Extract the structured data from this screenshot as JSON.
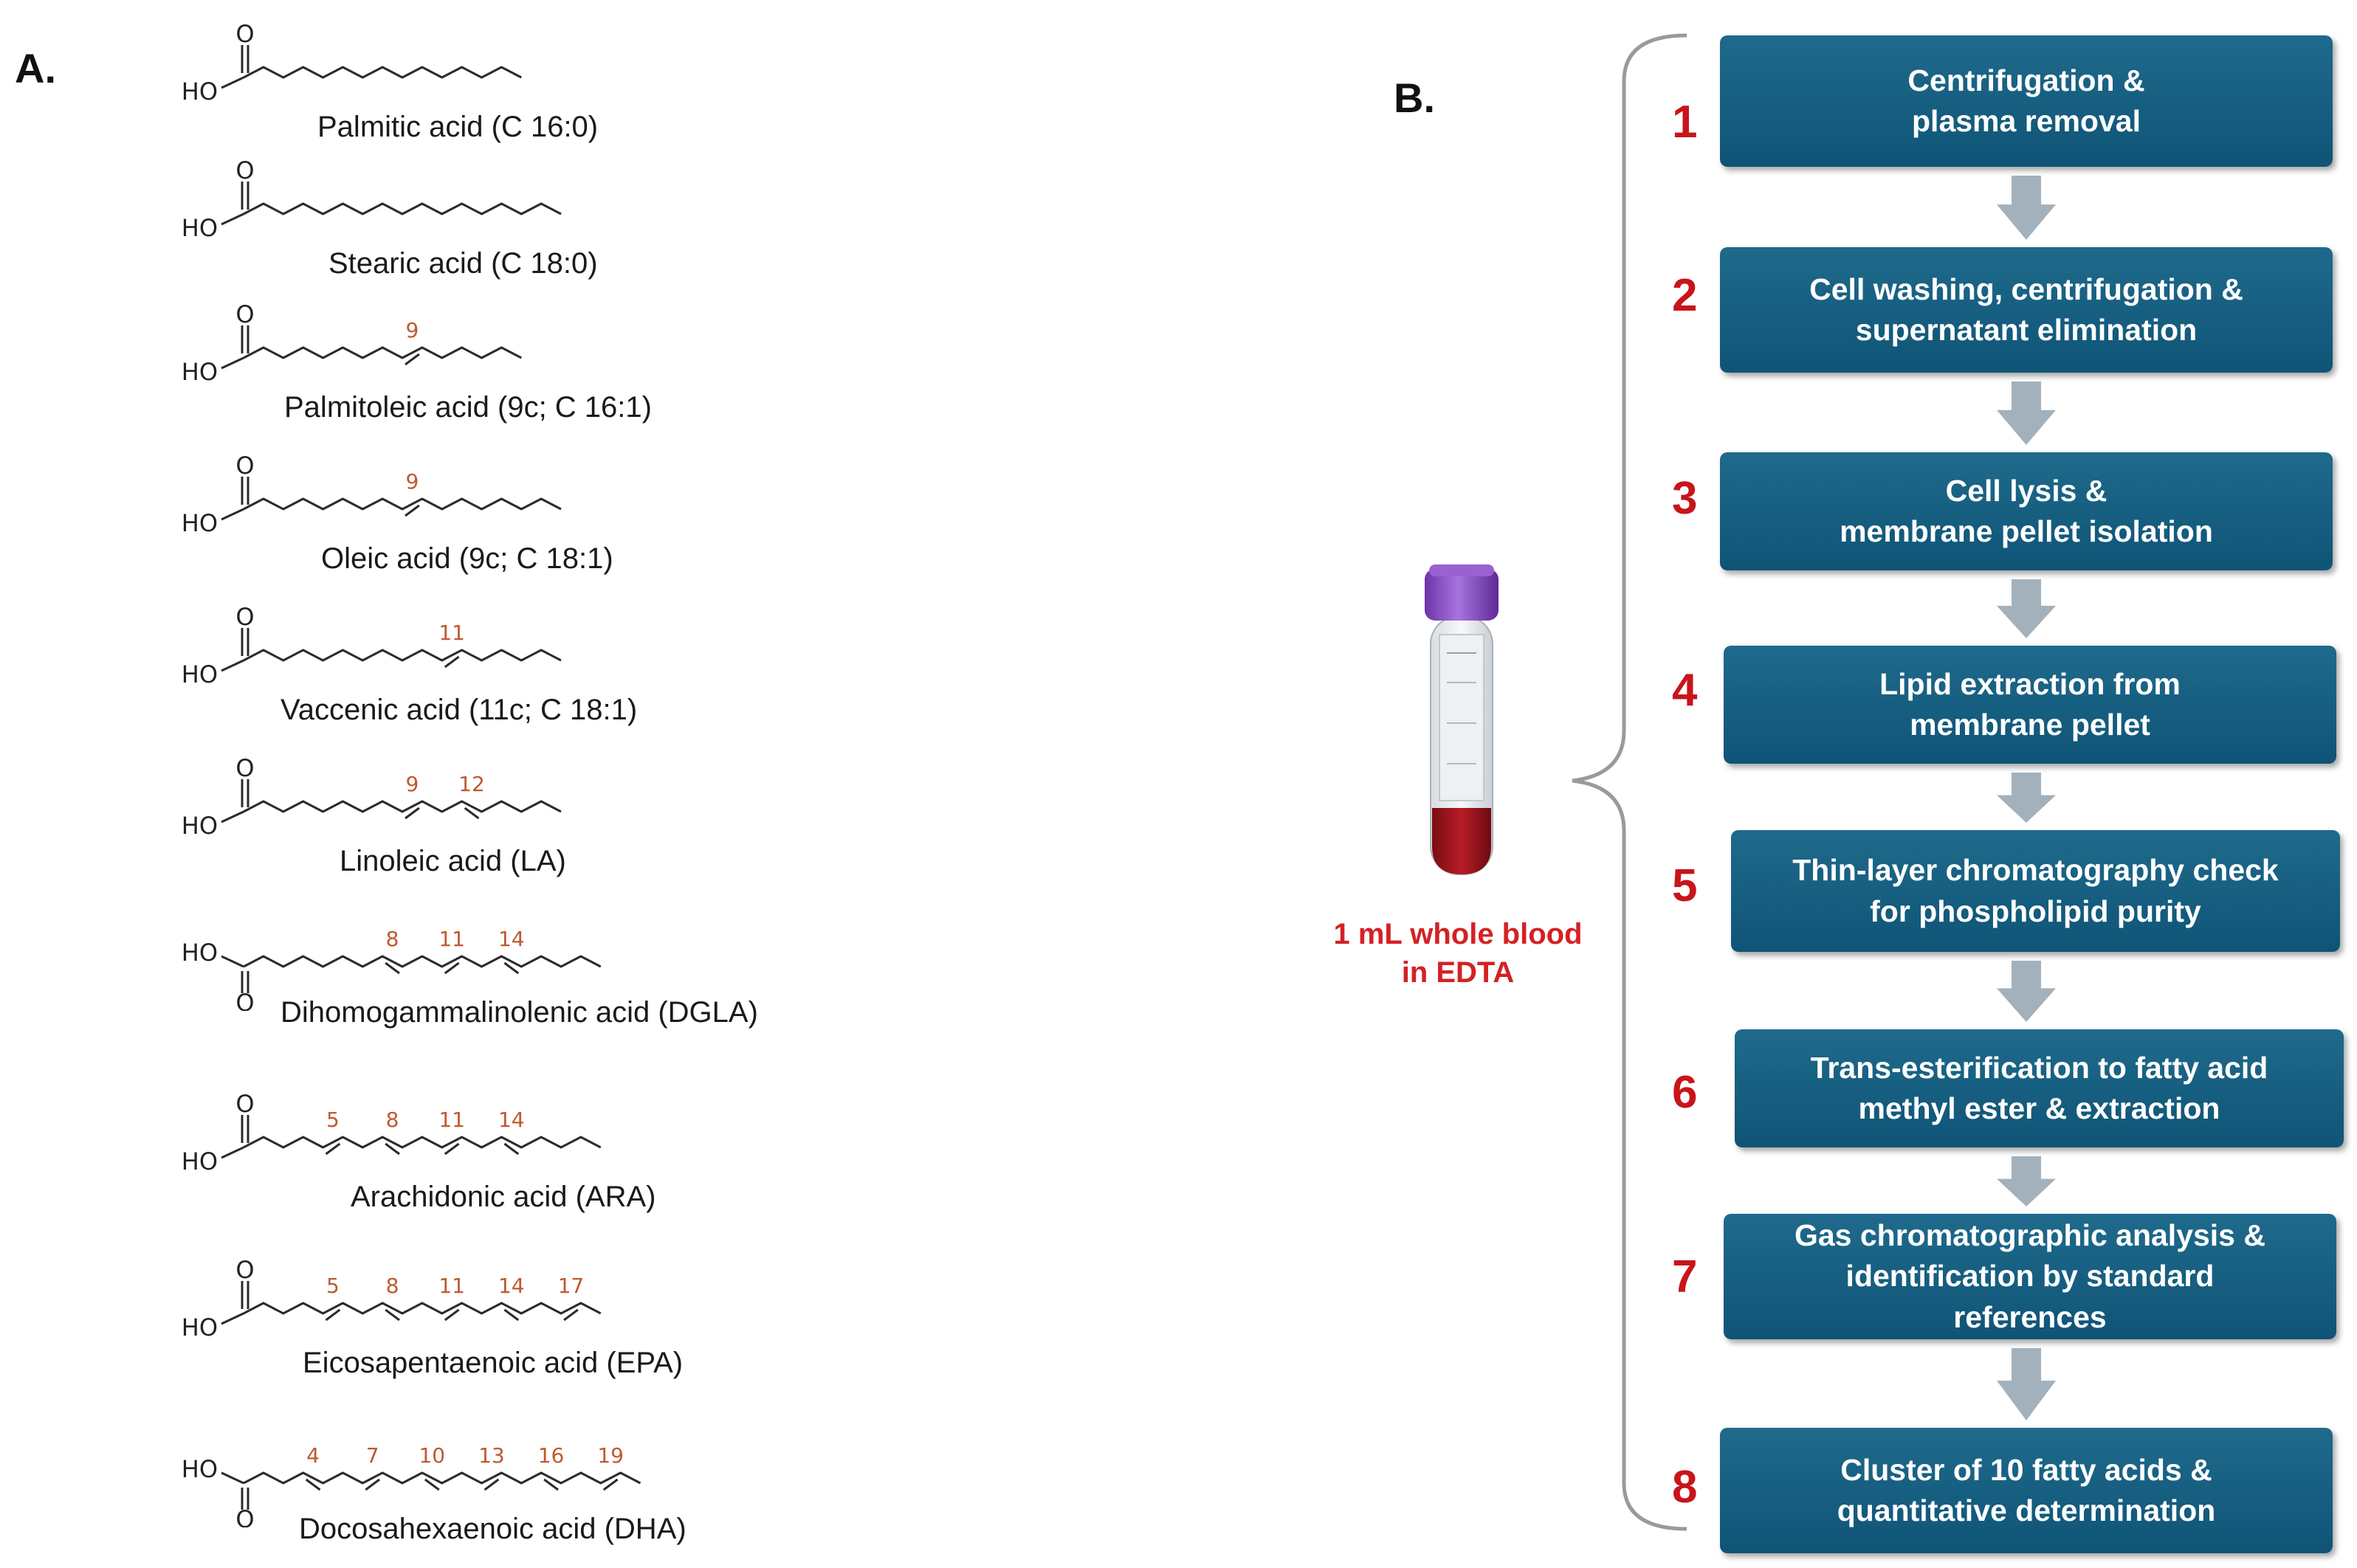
{
  "panel_a": {
    "label": "A.",
    "acids": [
      {
        "name": "Palmitic acid (C 16:0)",
        "chain_bonds": 14,
        "double_bonds": [],
        "acid_down": false
      },
      {
        "name": "Stearic acid (C 18:0)",
        "chain_bonds": 16,
        "double_bonds": [],
        "acid_down": false
      },
      {
        "name": "Palmitoleic acid (9c; C 16:1)",
        "chain_bonds": 14,
        "double_bonds": [
          9
        ],
        "acid_down": false
      },
      {
        "name": "Oleic acid (9c; C 18:1)",
        "chain_bonds": 16,
        "double_bonds": [
          9
        ],
        "acid_down": false
      },
      {
        "name": "Vaccenic acid (11c; C 18:1)",
        "chain_bonds": 16,
        "double_bonds": [
          11
        ],
        "acid_down": false
      },
      {
        "name": "Linoleic acid (LA)",
        "chain_bonds": 16,
        "double_bonds": [
          9,
          12
        ],
        "acid_down": false
      },
      {
        "name": "Dihomogammalinolenic acid (DGLA)",
        "chain_bonds": 18,
        "double_bonds": [
          8,
          11,
          14
        ],
        "acid_down": true
      },
      {
        "name": "Arachidonic acid (ARA)",
        "chain_bonds": 18,
        "double_bonds": [
          5,
          8,
          11,
          14
        ],
        "acid_down": false
      },
      {
        "name": "Eicosapentaenoic acid (EPA)",
        "chain_bonds": 18,
        "double_bonds": [
          5,
          8,
          11,
          14,
          17
        ],
        "acid_down": false
      },
      {
        "name": "Docosahexaenoic acid (DHA)",
        "chain_bonds": 20,
        "double_bonds": [
          4,
          7,
          10,
          13,
          16,
          19
        ],
        "acid_down": true
      }
    ],
    "atom_labels": {
      "hydroxyl": "HO",
      "oxygen": "O"
    },
    "colors": {
      "bond": "#2b2b2b",
      "position_label": "#c0592f"
    }
  },
  "panel_b": {
    "label": "B.",
    "sample": {
      "line1": "1 mL whole blood",
      "line2": "in EDTA",
      "cap_color": "#8a4fc7",
      "blood_color": "#a0141c"
    },
    "steps": [
      {
        "number": "1",
        "lines": [
          "Centrifugation &",
          "plasma removal"
        ]
      },
      {
        "number": "2",
        "lines": [
          "Cell washing, centrifugation &",
          "supernatant elimination"
        ]
      },
      {
        "number": "3",
        "lines": [
          "Cell lysis &",
          "membrane pellet isolation"
        ]
      },
      {
        "number": "4",
        "lines": [
          "Lipid extraction from",
          "membrane pellet"
        ]
      },
      {
        "number": "5",
        "lines": [
          "Thin-layer chromatography check",
          "for phospholipid purity"
        ]
      },
      {
        "number": "6",
        "lines": [
          "Trans-esterification to fatty acid",
          "methyl ester & extraction"
        ]
      },
      {
        "number": "7",
        "lines": [
          "Gas chromatographic analysis &",
          "identification by standard",
          "references"
        ]
      },
      {
        "number": "8",
        "lines": [
          "Cluster of 10 fatty acids &",
          "quantitative determination"
        ]
      }
    ],
    "colors": {
      "box": "#0f5476",
      "number": "#c8141a",
      "arrow": "#a3b1bc",
      "brace": "#9a9a9a"
    }
  }
}
